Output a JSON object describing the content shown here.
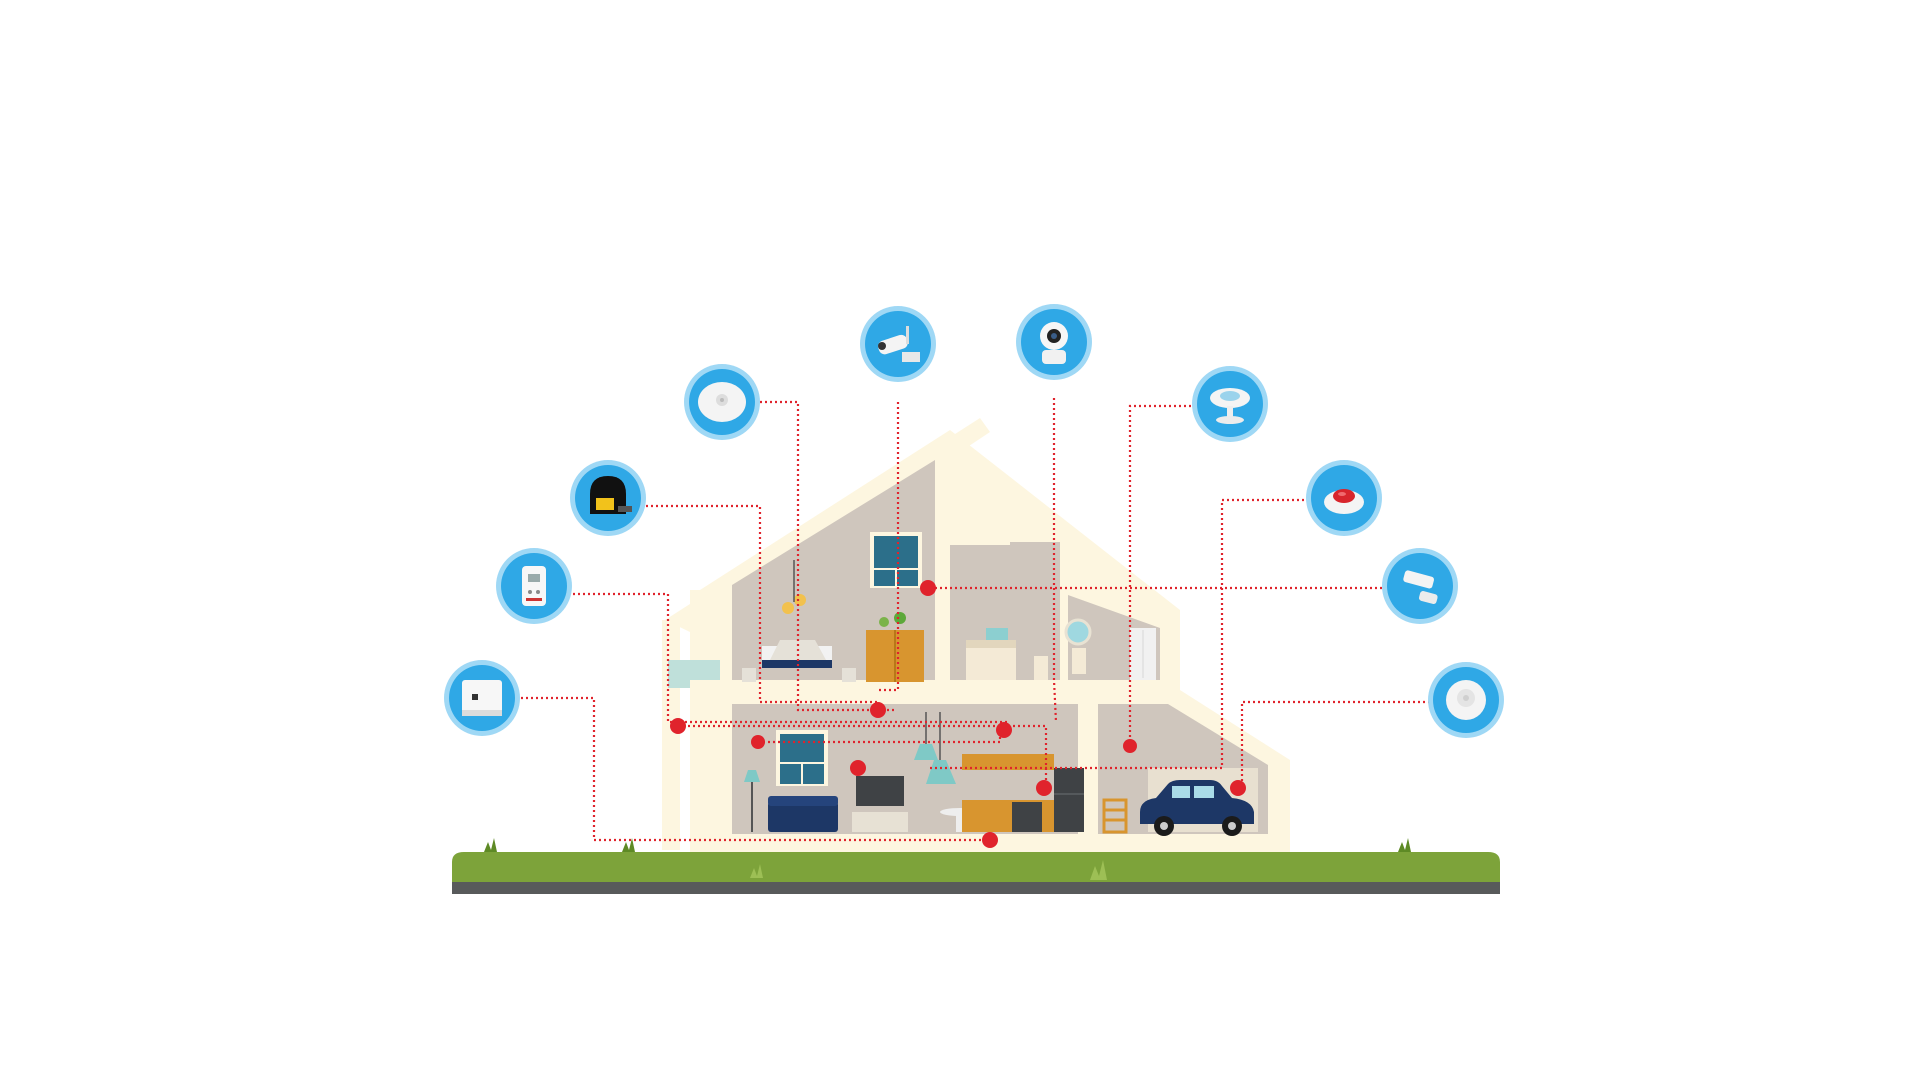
{
  "palette": {
    "wire": "#e0232c",
    "bubble_ring": "#9fd8f5",
    "bubble_fill": "#2fa8e6",
    "house_outline": "#fdf6e0",
    "wall": "#cfc6bd",
    "grass": "#7da33a",
    "ground": "#585a5b",
    "wood": "#d8952f",
    "navy": "#1d3766"
  },
  "devices": [
    {
      "icon": "hub-gateway-icon"
    },
    {
      "icon": "gas-detector-icon"
    },
    {
      "icon": "gas-valve-controller-icon"
    },
    {
      "icon": "smoke-detector-icon"
    },
    {
      "icon": "outdoor-camera-icon"
    },
    {
      "icon": "indoor-pan-tilt-camera-icon"
    },
    {
      "icon": "motion-sensor-icon"
    },
    {
      "icon": "panic-button-icon"
    },
    {
      "icon": "door-window-sensor-icon"
    },
    {
      "icon": "ceiling-pir-sensor-icon"
    }
  ],
  "scene": {
    "rooms": [
      "bedroom",
      "bathroom",
      "living-room",
      "kitchen",
      "garage"
    ],
    "vehicle": "car-icon"
  }
}
